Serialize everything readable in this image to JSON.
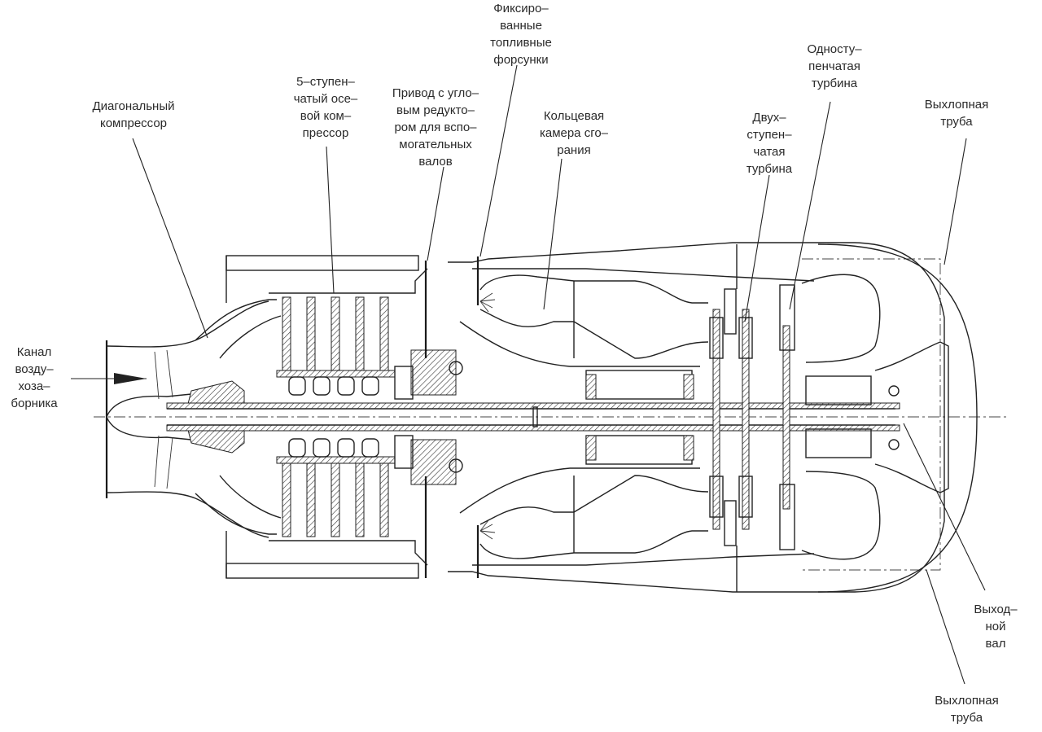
{
  "diagram": {
    "subject": "turboshaft-engine-cross-section",
    "labels": {
      "intake": "Канал\nвозду–\nхоза–\nборника",
      "diagonal_compressor": "Диагональный\nкомпрессор",
      "axial_compressor": "5–ступен–\nчатый осе–\nвой ком–\nпрессор",
      "gearbox_drive": "Привод с угло–\nвым редукто–\nром для вспо–\nмогательных\nвалов",
      "fuel_injectors": "Фиксиро–\nванные\nтопливные\nфорсунки",
      "combustion_chamber": "Кольцевая\nкамера сго–\nрания",
      "two_stage_turbine": "Двух–\nступен–\nчатая\nтурбина",
      "single_stage_turbine": "Односту–\nпенчатая\nтурбина",
      "exhaust_pipe_top": "Выхлопная\nтруба",
      "output_shaft": "Выход–\nной\nвал",
      "exhaust_pipe_bottom": "Выхлопная\nтруба"
    },
    "colors": {
      "line": "#222222",
      "text": "#2a2a2a",
      "background": "#ffffff"
    }
  }
}
